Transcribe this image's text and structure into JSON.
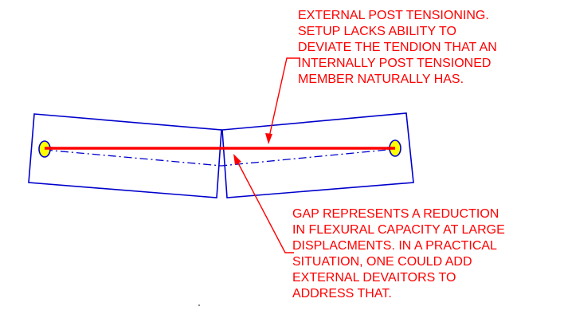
{
  "colors": {
    "outline": "#0000cc",
    "tendon": "#ff0000",
    "text": "#ff0000",
    "anchor_fill": "#ffff00"
  },
  "annotations": {
    "top": {
      "lines": [
        "EXTERNAL POST TENSIONING.",
        "SETUP LACKS ABILITY TO",
        "DEVIATE THE TENDION THAT AN",
        "INTERNALLY POST TENSIONED",
        "MEMBER NATURALLY HAS."
      ]
    },
    "bottom": {
      "lines": [
        "GAP REPRESENTS A REDUCTION",
        "IN FLEXURAL CAPACITY AT LARGE",
        "DISPLACMENTS.  IN A PRACTICAL",
        "SITUATION, ONE COULD ADD",
        "EXTERNAL DEVAITORS TO",
        "ADDRESS THAT."
      ]
    }
  }
}
